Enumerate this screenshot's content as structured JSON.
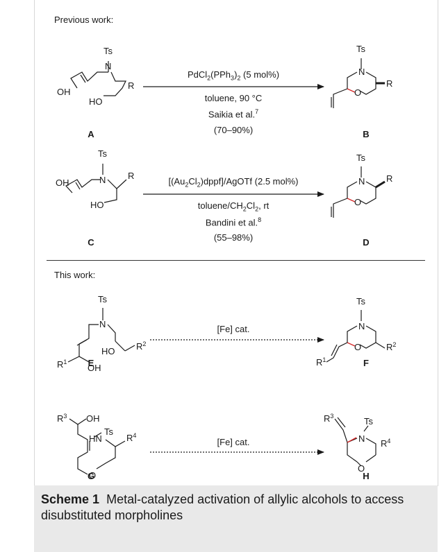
{
  "sections": {
    "previous_label": "Previous work:",
    "this_label": "This work:"
  },
  "reactions": [
    {
      "reactant": "A",
      "product": "B",
      "conditions": {
        "catalyst_prefix": "PdCl",
        "catalyst_sub1": "2",
        "catalyst_mid": "(PPh",
        "catalyst_sub2": "3",
        "catalyst_mid2": ")",
        "catalyst_sub3": "2",
        "catalyst_suffix": " (5 mol%)",
        "solvent": "toluene, 90 °C",
        "ref_text": "Saikia et al.",
        "ref_num": "7",
        "yield": "(70–90%)"
      }
    },
    {
      "reactant": "C",
      "product": "D",
      "conditions": {
        "catalyst_prefix": "[(Au",
        "catalyst_sub1": "2",
        "catalyst_mid": "Cl",
        "catalyst_sub2": "2",
        "catalyst_suffix": ")dppf]/AgOTf (2.5 mol%)",
        "solvent_prefix": "toluene/CH",
        "solvent_sub1": "2",
        "solvent_mid": "Cl",
        "solvent_sub2": "2",
        "solvent_suffix": ", rt",
        "ref_text": "Bandini et al.",
        "ref_num": "8",
        "yield": "(55–98%)"
      }
    },
    {
      "reactant": "E",
      "product": "F",
      "conditions": {
        "catalyst": "[Fe] cat."
      }
    },
    {
      "reactant": "G",
      "product": "H",
      "conditions": {
        "catalyst": "[Fe] cat."
      }
    }
  ],
  "atoms": {
    "ts": "Ts",
    "n": "N",
    "o": "O",
    "oh": "OH",
    "ho": "HO",
    "hn": "HN",
    "r": "R",
    "r1": "R",
    "r1_sup": "1",
    "r2": "R",
    "r2_sup": "2",
    "r3": "R",
    "r3_sup": "3",
    "r4": "R",
    "r4_sup": "4"
  },
  "caption": {
    "label": "Scheme 1",
    "text": "Metal-catalyzed activation of allylic alcohols to access disubstituted morpholines"
  },
  "colors": {
    "bond": "#1a1a1a",
    "highlight_bond": "#d62828",
    "caption_bg": "#e9e9e9",
    "panel_border": "#d7d7d7"
  }
}
